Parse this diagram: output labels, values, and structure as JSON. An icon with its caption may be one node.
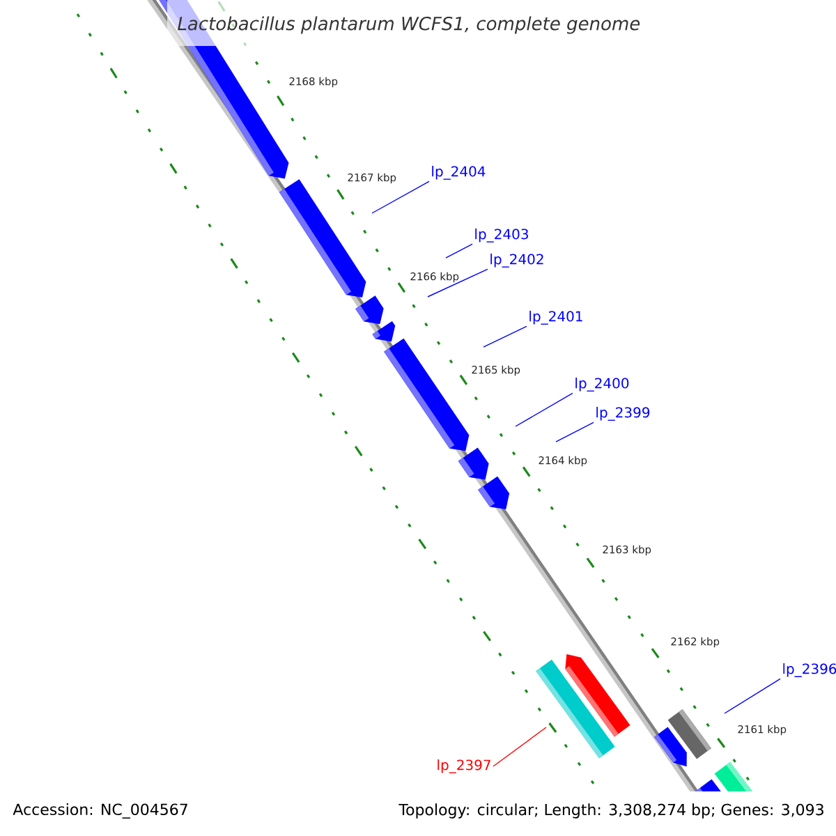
{
  "diagram": {
    "title": "Lactobacillus plantarum WCFS1, complete genome",
    "nodes": [
      {
        "text": [
          "lp_2404"
        ]
      },
      {
        "text": [
          "lp_2403"
        ]
      },
      {
        "text": [
          "lp_2402"
        ]
      },
      {
        "text": [
          "lp_2401"
        ]
      },
      {
        "text": [
          "lp_2400"
        ]
      },
      {
        "text": [
          "lp_2399"
        ]
      },
      {
        "text": [
          "lp_2396"
        ]
      },
      {
        "text": [
          "lp_2397"
        ]
      }
    ],
    "edges": [
      {
        "from": 0,
        "to": null,
        "arrow": "none"
      },
      {
        "from": 1,
        "to": null,
        "arrow": "none"
      },
      {
        "from": 2,
        "to": null,
        "arrow": "none"
      },
      {
        "from": 3,
        "to": null,
        "arrow": "none"
      },
      {
        "from": 4,
        "to": null,
        "arrow": "none"
      },
      {
        "from": 5,
        "to": null,
        "arrow": "none"
      },
      {
        "from": 6,
        "to": null,
        "arrow": "none"
      },
      {
        "from": 7,
        "to": null,
        "arrow": "none",
        "color": "#ff0000"
      }
    ],
    "labels": [
      "2168 kbp",
      "2167 kbp",
      "2166 kbp",
      "2165 kbp",
      "2164 kbp",
      "2163 kbp",
      "2162 kbp",
      "2161 kbp",
      "Accession: NC_004567",
      "Topology: circular; Length: 3,308,274 bp; Genes: 3,093"
    ]
  }
}
